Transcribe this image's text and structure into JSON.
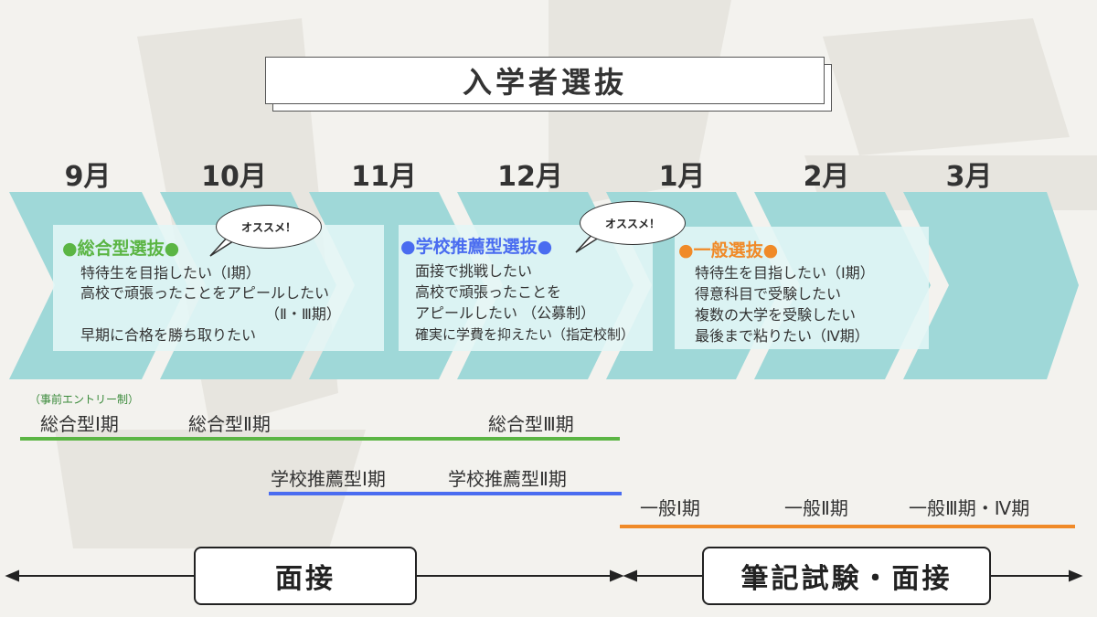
{
  "title": "入学者選抜",
  "months": [
    "9月",
    "10月",
    "11月",
    "12月",
    "1月",
    "2月",
    "3月"
  ],
  "recommend_badge": "オススメ！",
  "panels": {
    "sogo": {
      "heading": "●総合型選抜●",
      "lines": [
        "特待生を目指したい（Ⅰ期）",
        "高校で頑張ったことをアピールしたい",
        "（Ⅱ・Ⅲ期）",
        "早期に合格を勝ち取りたい"
      ]
    },
    "school": {
      "heading": "●学校推薦型選抜●",
      "lines": [
        "面接で挑戦したい",
        "高校で頑張ったことを",
        "アピールしたい （公募制）",
        "確実に学費を抑えたい（指定校制）"
      ]
    },
    "general": {
      "heading": "●一般選抜●",
      "lines": [
        "特待生を目指したい（Ⅰ期）",
        "得意科目で受験したい",
        "複数の大学を受験したい",
        "最後まで粘りたい（Ⅳ期）"
      ]
    }
  },
  "phases": {
    "entry_note": "（事前エントリー制）",
    "sogo": [
      "総合型Ⅰ期",
      "総合型Ⅱ期",
      "総合型Ⅲ期"
    ],
    "school": [
      "学校推薦型Ⅰ期",
      "学校推薦型Ⅱ期"
    ],
    "general": [
      "一般Ⅰ期",
      "一般Ⅱ期",
      "一般Ⅲ期・Ⅳ期"
    ]
  },
  "exam_types": {
    "interview": "面接",
    "written_interview": "筆記試験・面接"
  },
  "colors": {
    "sogo": "#5bb544",
    "school": "#4a6cf0",
    "general": "#f08a28",
    "chevron": "#9fd8d8"
  }
}
